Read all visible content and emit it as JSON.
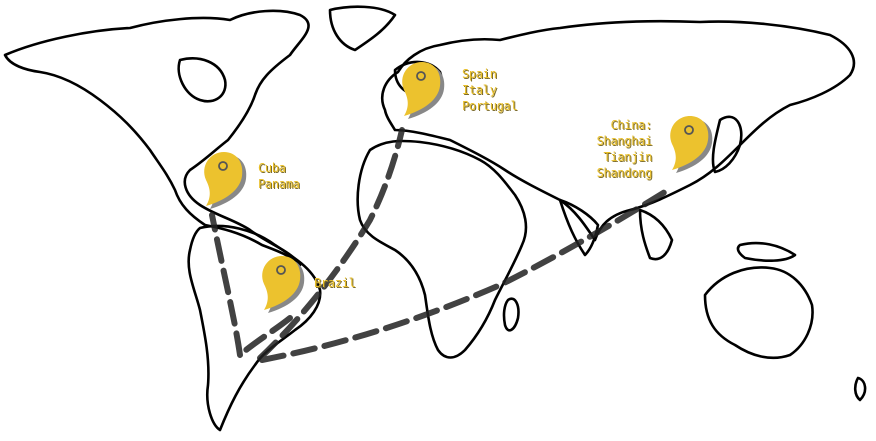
{
  "colors": {
    "pin": "#ecc22e",
    "outline": "#000000",
    "route": "#222222"
  },
  "markers": [
    {
      "id": "americas",
      "icon": "map-pin-icon",
      "labels": [
        "Cuba",
        "Panama"
      ]
    },
    {
      "id": "brazil",
      "icon": "map-pin-icon",
      "labels": [
        "Brazil"
      ]
    },
    {
      "id": "europe",
      "icon": "map-pin-icon",
      "labels": [
        "Spain",
        "Italy",
        "Portugal"
      ]
    },
    {
      "id": "china",
      "icon": "map-pin-icon",
      "labels": [
        "China:",
        "Shanghai",
        "Tianjin",
        "Shandong"
      ]
    }
  ]
}
